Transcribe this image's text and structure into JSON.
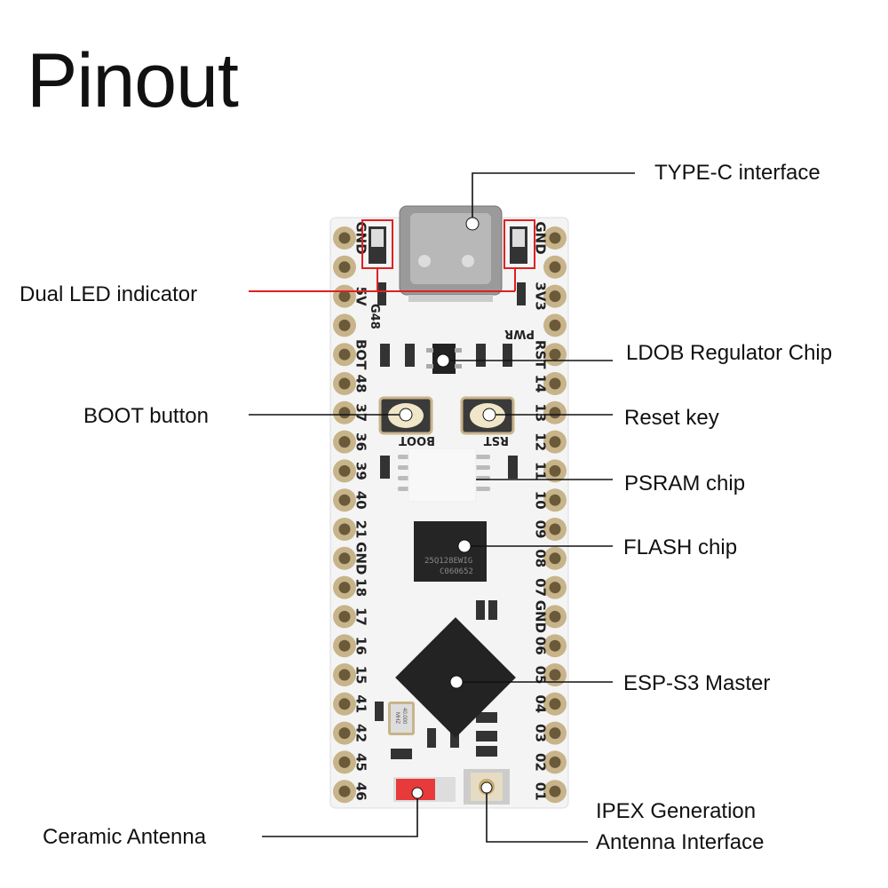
{
  "title": "Pinout",
  "callouts": {
    "typec": "TYPE-C interface",
    "led": "Dual LED indicator",
    "ldo": "LDOB Regulator Chip",
    "boot": "BOOT button",
    "reset": "Reset key",
    "psram": "PSRAM chip",
    "flash": "FLASH chip",
    "esp": "ESP-S3 Master",
    "ceramic": "Ceramic Antenna",
    "ipex_line1": "IPEX Generation",
    "ipex_line2": "Antenna Interface"
  },
  "board": {
    "left_pins": [
      "GND",
      "",
      "5V",
      "",
      "BOT",
      "48",
      "37",
      "36",
      "39",
      "40",
      "21",
      "GND",
      "18",
      "17",
      "16",
      "15",
      "41",
      "42",
      "45",
      "46"
    ],
    "right_pins": [
      "GND",
      "",
      "3V3",
      "",
      "RST",
      "14",
      "13",
      "12",
      "11",
      "10",
      "09",
      "08",
      "07",
      "GND",
      "06",
      "05",
      "04",
      "03",
      "02",
      "01"
    ],
    "silkscreen": {
      "g48": "G48",
      "pwr": "PWR",
      "boot": "BOOT",
      "rst": "RST"
    },
    "flash_marking": [
      "25Q128EWIG",
      "C060652"
    ],
    "crystal_marking": [
      "40.000",
      "MHZ"
    ]
  },
  "colors": {
    "highlight": "#e02020",
    "board": "#f4f4f4",
    "pad": "#c8b48a",
    "chip": "#222222"
  }
}
